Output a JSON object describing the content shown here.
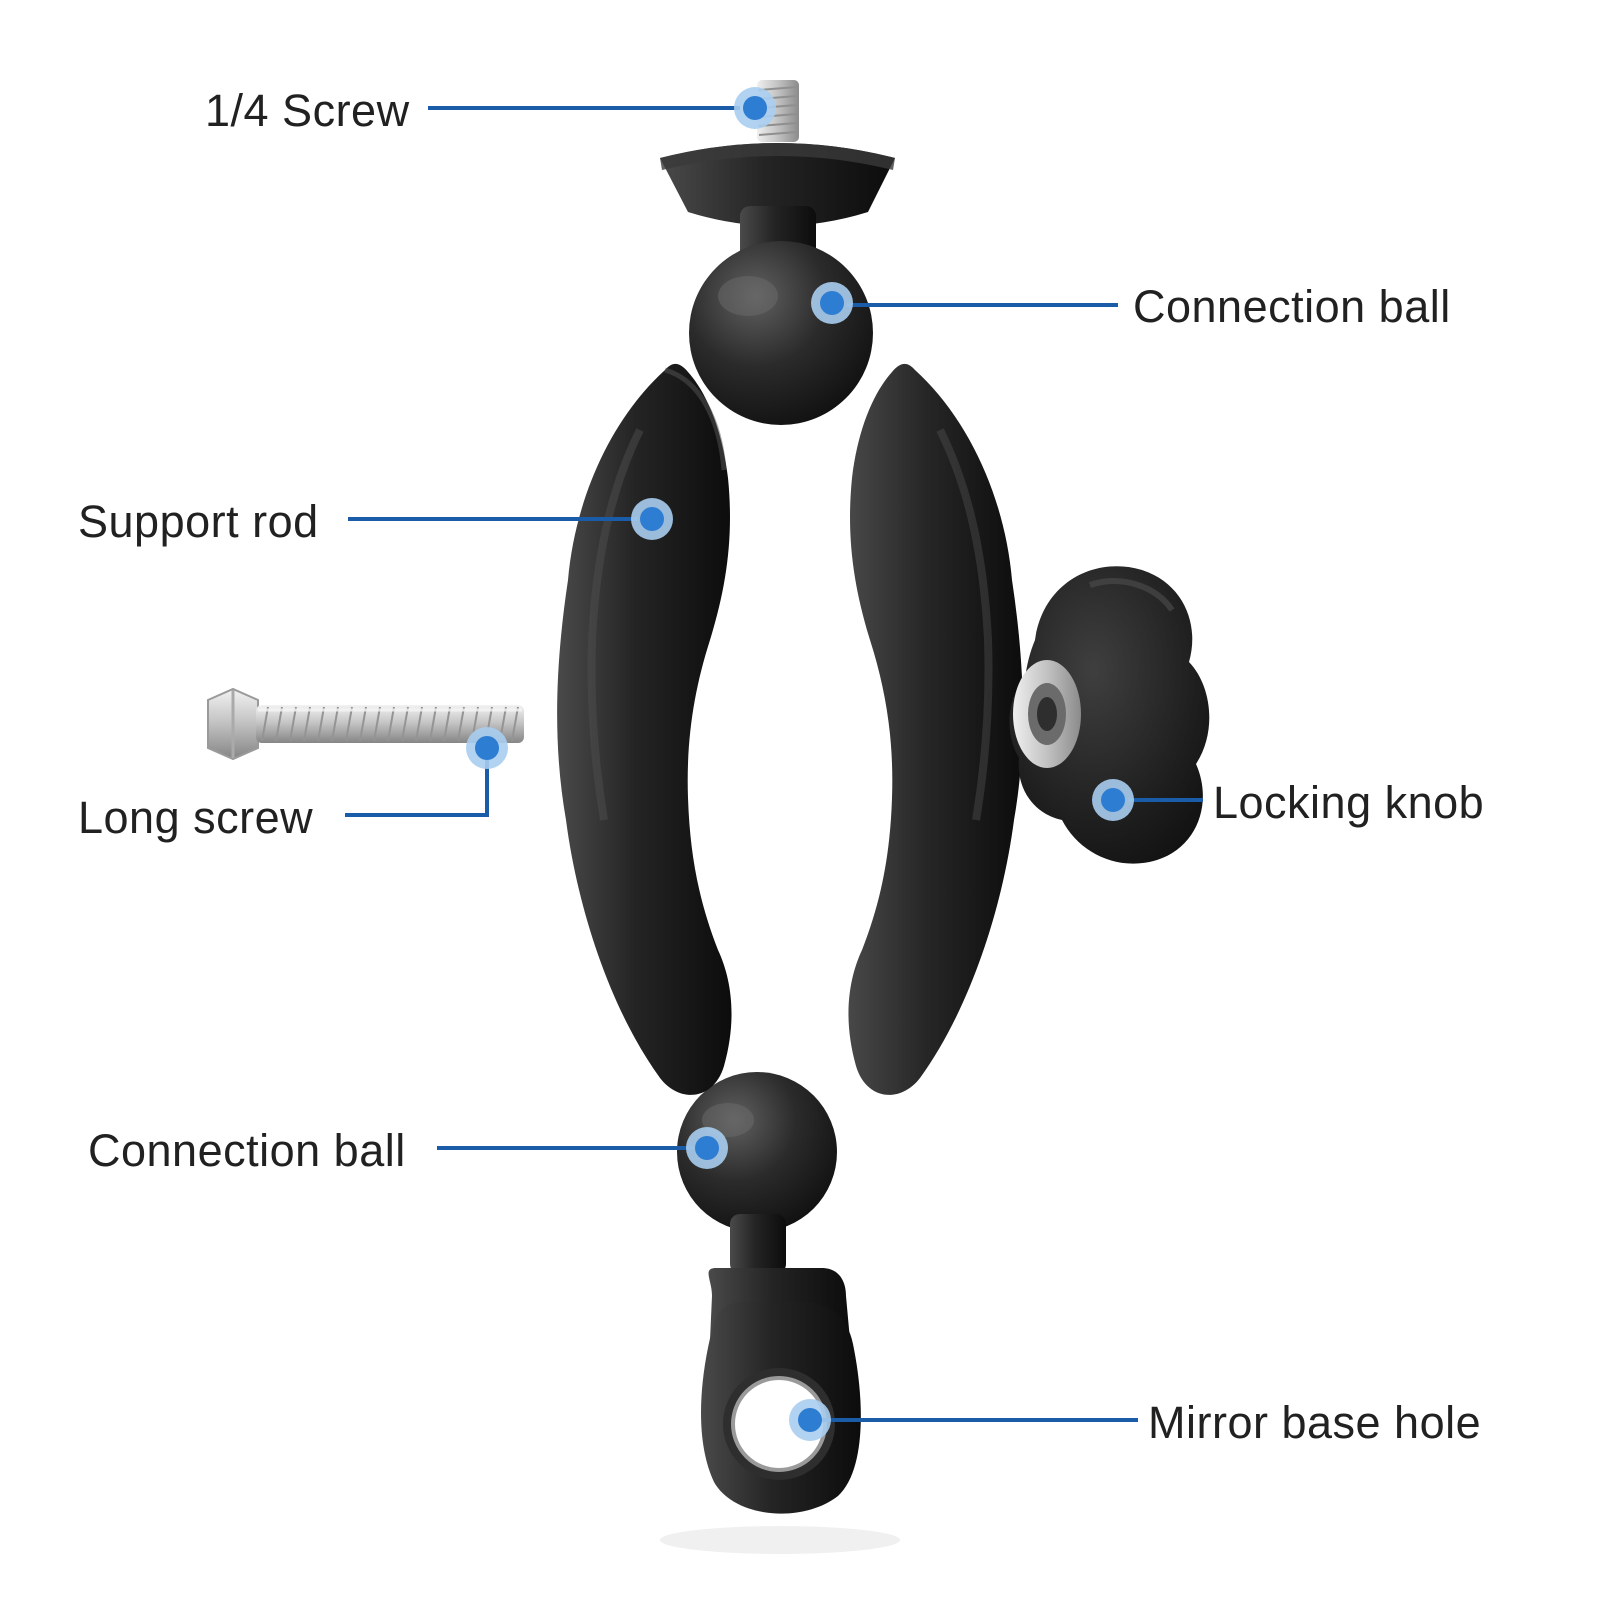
{
  "diagram": {
    "type": "product-callout-diagram",
    "subject": "double-socket ball arm mirror mount"
  },
  "labels": {
    "quarter_screw": "1/4 Screw",
    "connection_ball_top": "Connection ball",
    "support_rod": "Support rod",
    "long_screw": "Long screw",
    "locking_knob": "Locking knob",
    "connection_ball_bottom": "Connection ball",
    "mirror_base_hole": "Mirror base hole"
  },
  "colors": {
    "leader_line": "#1b5ca8",
    "callout_dot_inner": "#2d7dd2",
    "callout_dot_halo": "#a9cdf0",
    "text": "#212121",
    "part_black": "#1a1a1a",
    "part_silver": "#c9c9c9",
    "background": "#ffffff"
  }
}
